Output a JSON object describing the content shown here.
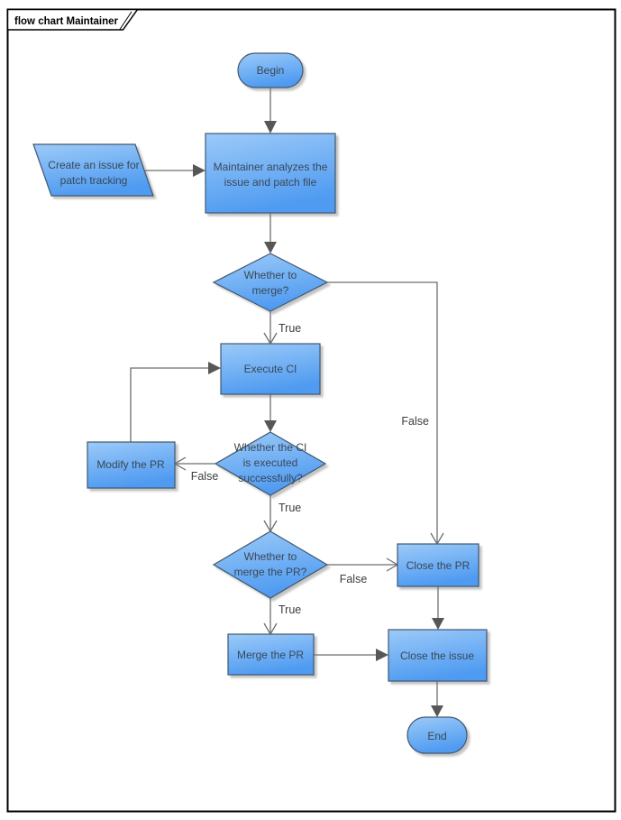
{
  "frame": {
    "title": "flow chart Maintainer"
  },
  "colors": {
    "node_top": "#9ccaf8",
    "node_bottom": "#4f9bf1",
    "node_border": "#405870",
    "connector": "#6e6e6e",
    "arrow_fill": "#575757",
    "node_text": "#394756",
    "edge_label_text": "#3d3d3d",
    "frame_border": "#000000"
  },
  "nodes": {
    "begin": {
      "label": "Begin"
    },
    "create_issue": {
      "lines": [
        "Create an issue for",
        "patch tracking"
      ]
    },
    "analyze": {
      "lines": [
        "Maintainer analyzes the",
        "issue and patch file"
      ]
    },
    "whether_merge": {
      "lines": [
        "Whether to",
        "merge?"
      ]
    },
    "execute_ci": {
      "label": "Execute CI"
    },
    "ci_success": {
      "lines": [
        "Whether the CI",
        "is executed",
        "successfully?"
      ]
    },
    "modify_pr": {
      "label": "Modify the PR"
    },
    "whether_merge_pr": {
      "lines": [
        "Whether to",
        "merge the PR?"
      ]
    },
    "close_pr": {
      "label": "Close the PR"
    },
    "merge_pr": {
      "label": "Merge the PR"
    },
    "close_issue": {
      "label": "Close the issue"
    },
    "end": {
      "label": "End"
    }
  },
  "edge_labels": {
    "merge_true": "True",
    "merge_false": "False",
    "ci_false": "False",
    "ci_true": "True",
    "merge_pr_false": "False",
    "merge_pr_true": "True"
  }
}
